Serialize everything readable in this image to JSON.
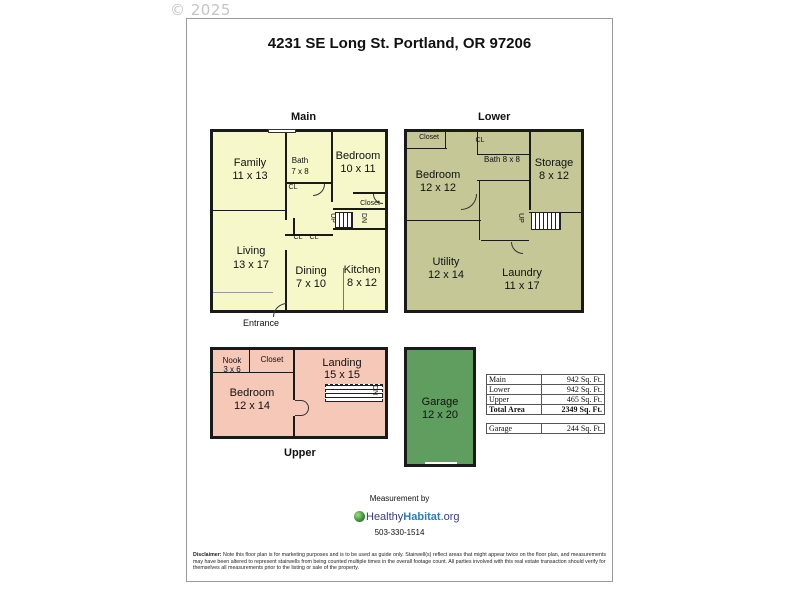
{
  "copyright": "© 2025",
  "title": "4231 SE Long St. Portland, OR 97206",
  "floors": {
    "main": {
      "label": "Main",
      "color": "#f7f8c9",
      "rooms": {
        "family": {
          "name": "Family",
          "size": "11 x 13"
        },
        "bath": {
          "name": "Bath",
          "size": "7 x 8"
        },
        "bedroom": {
          "name": "Bedroom",
          "size": "10 x 11"
        },
        "closet": "Closet",
        "living": {
          "name": "Living",
          "size": "13 x 17"
        },
        "dining": {
          "name": "Dining",
          "size": "7 x 10"
        },
        "kitchen": {
          "name": "Kitchen",
          "size": "8 x 12"
        },
        "cl1": "CL",
        "cl2": "CL",
        "cl3": "CL",
        "up": "UP",
        "dn": "DN"
      },
      "entrance": "Entrance"
    },
    "lower": {
      "label": "Lower",
      "color": "#c5c797",
      "rooms": {
        "closet": "Closet",
        "cl": "CL",
        "bedroom": {
          "name": "Bedroom",
          "size": "12 x 12"
        },
        "bath": "Bath 8 x 8",
        "storage": {
          "name": "Storage",
          "size": "8 x 12"
        },
        "utility": {
          "name": "Utility",
          "size": "12 x 14"
        },
        "laundry": {
          "name": "Laundry",
          "size": "11 x 17"
        },
        "up": "UP"
      }
    },
    "upper": {
      "label": "Upper",
      "color": "#f6c8b8",
      "rooms": {
        "nook": {
          "name": "Nook",
          "size": "3 x 6"
        },
        "closet": "Closet",
        "landing": {
          "name": "Landing",
          "size": "15 x 15"
        },
        "bedroom": {
          "name": "Bedroom",
          "size": "12 x 14"
        },
        "dn": "DN"
      }
    },
    "garage": {
      "color": "#5f9e5f",
      "name": "Garage",
      "size": "12 x 20"
    }
  },
  "area_table": {
    "rows": [
      {
        "label": "Main",
        "value": "942 Sq. Ft."
      },
      {
        "label": "Lower",
        "value": "942 Sq. Ft."
      },
      {
        "label": "Upper",
        "value": "465 Sq. Ft."
      }
    ],
    "total": {
      "label": "Total Area",
      "value": "2349 Sq. Ft."
    },
    "garage": {
      "label": "Garage",
      "value": "244 Sq. Ft."
    }
  },
  "measurement": {
    "by_label": "Measurement by",
    "logo_healthy": "Healthy",
    "logo_habitat": "Habitat",
    "logo_org": ".org",
    "phone": "503-330-1514"
  },
  "disclaimer": {
    "label": "Disclaimer:",
    "text": "Note this floor plan is for marketing purposes and is to be used as guide only.  Stairwell(s) reflect areas that might appear twice on the floor plan, and measurements may have been altered to represent stairwells from being counted multiple times in the overall footage count.  All parties involved with this real estate transaction should verify for themselves all measurements prior to the listing or sale of the property."
  }
}
